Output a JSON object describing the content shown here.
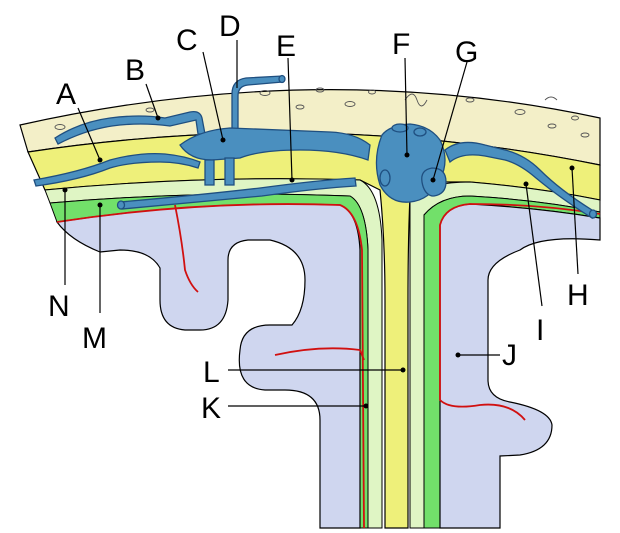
{
  "diagram": {
    "labels": {
      "A": "A",
      "B": "B",
      "C": "C",
      "D": "D",
      "E": "E",
      "F": "F",
      "G": "G",
      "H": "H",
      "I": "I",
      "J": "J",
      "K": "K",
      "L": "L",
      "M": "M",
      "N": "N"
    },
    "colors": {
      "skull": "#f3efc8",
      "dura": "#eef07a",
      "arachnoid": "#dff5c4",
      "pia_space": "#72e06a",
      "cortex": "#cfd6ef",
      "vessel": "#4a8fbf",
      "vessel_outline": "#1f4f80",
      "pia_line": "#d11010",
      "outline": "#000000"
    }
  }
}
